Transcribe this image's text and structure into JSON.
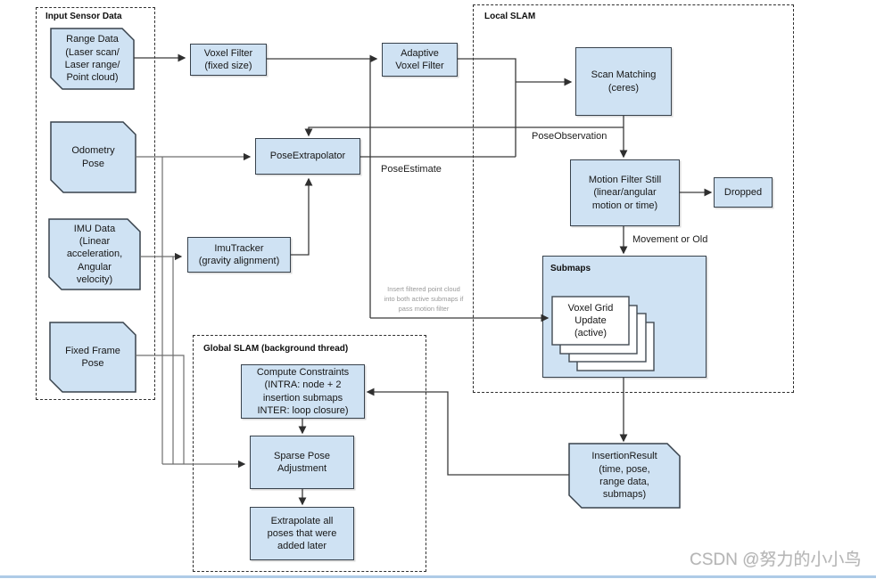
{
  "diagram": {
    "groups": {
      "input_sensor_title": "Input Sensor Data",
      "local_slam_title": "Local SLAM",
      "global_slam_title": "Global SLAM (background thread)",
      "submaps_title": "Submaps"
    },
    "nodes": {
      "range_data": "Range Data\n(Laser scan/\nLaser range/\nPoint cloud)",
      "odometry_pose": "Odometry\nPose",
      "imu_data": "IMU Data\n(Linear\nacceleration,\nAngular\nvelocity)",
      "fixed_frame_pose": "Fixed Frame\nPose",
      "voxel_filter": "Voxel Filter\n(fixed size)",
      "adaptive_voxel_filter": "Adaptive\nVoxel Filter",
      "pose_extrapolator": "PoseExtrapolator",
      "imu_tracker": "ImuTracker\n(gravity alignment)",
      "scan_matching": "Scan Matching\n(ceres)",
      "motion_filter": "Motion Filter Still\n(linear/angular\nmotion or time)",
      "dropped": "Dropped",
      "voxel_grid_update": "Voxel Grid\nUpdate\n(active)",
      "compute_constraints": "Compute Constraints\n(INTRA: node + 2\ninsertion submaps\nINTER: loop closure)",
      "sparse_pose_adjustment": "Sparse Pose\nAdjustment",
      "extrapolate_poses": "Extrapolate all\nposes that were\nadded later",
      "insertion_result": "InsertionResult\n(time, pose,\nrange data,\nsubmaps)"
    },
    "labels": {
      "pose_observation": "PoseObservation",
      "pose_estimate": "PoseEstimate",
      "movement_or_old": "Movement or Old",
      "insert_note": "Insert filtered point cloud\ninto both active submaps if\npass motion filter"
    },
    "watermark": "CSDN @努力的小小鸟",
    "colors": {
      "node_fill": "#cfe2f3",
      "node_border": "#38424c",
      "bottom_bar": "#aecbe7",
      "note_gray": "#9a9a9a",
      "watermark_gray": "#b5b5b5"
    }
  }
}
